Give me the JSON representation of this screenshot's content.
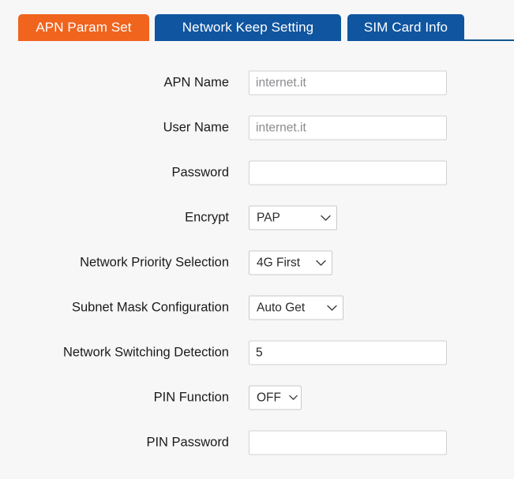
{
  "tabs": [
    {
      "label": "APN Param Set",
      "active": true,
      "color": "#f0641e"
    },
    {
      "label": "Network Keep Setting",
      "active": false,
      "color": "#1055a0"
    },
    {
      "label": "SIM Card Info",
      "active": false,
      "color": "#1055a0"
    }
  ],
  "colors": {
    "active_tab": "#f0641e",
    "inactive_tab": "#1055a0",
    "underline": "#11588f",
    "page_background": "#f7f7f8",
    "field_background": "#ffffff",
    "field_border": "#d2d2d4",
    "label_text": "#1a1a1a",
    "placeholder_text": "#8b8b8f"
  },
  "form": {
    "rows": [
      {
        "label": "APN Name",
        "type": "text",
        "value": "",
        "placeholder": "internet.it",
        "name": "apn-name"
      },
      {
        "label": "User Name",
        "type": "text",
        "value": "",
        "placeholder": "internet.it",
        "name": "user-name"
      },
      {
        "label": "Password",
        "type": "text",
        "value": "",
        "placeholder": "",
        "name": "password"
      },
      {
        "label": "Encrypt",
        "type": "select",
        "value": "PAP",
        "name": "encrypt"
      },
      {
        "label": "Network Priority Selection",
        "type": "select",
        "value": "4G First",
        "name": "network-priority-selection"
      },
      {
        "label": "Subnet Mask Configuration",
        "type": "select",
        "value": "Auto Get",
        "name": "subnet-mask-configuration"
      },
      {
        "label": "Network Switching Detection",
        "type": "text",
        "value": "5",
        "placeholder": "",
        "name": "network-switching-detection"
      },
      {
        "label": "PIN Function",
        "type": "select",
        "value": "OFF",
        "name": "pin-function"
      },
      {
        "label": "PIN Password",
        "type": "text",
        "value": "",
        "placeholder": "",
        "name": "pin-password"
      }
    ]
  },
  "icons": {
    "chevron_down": "chevron-down-icon"
  }
}
